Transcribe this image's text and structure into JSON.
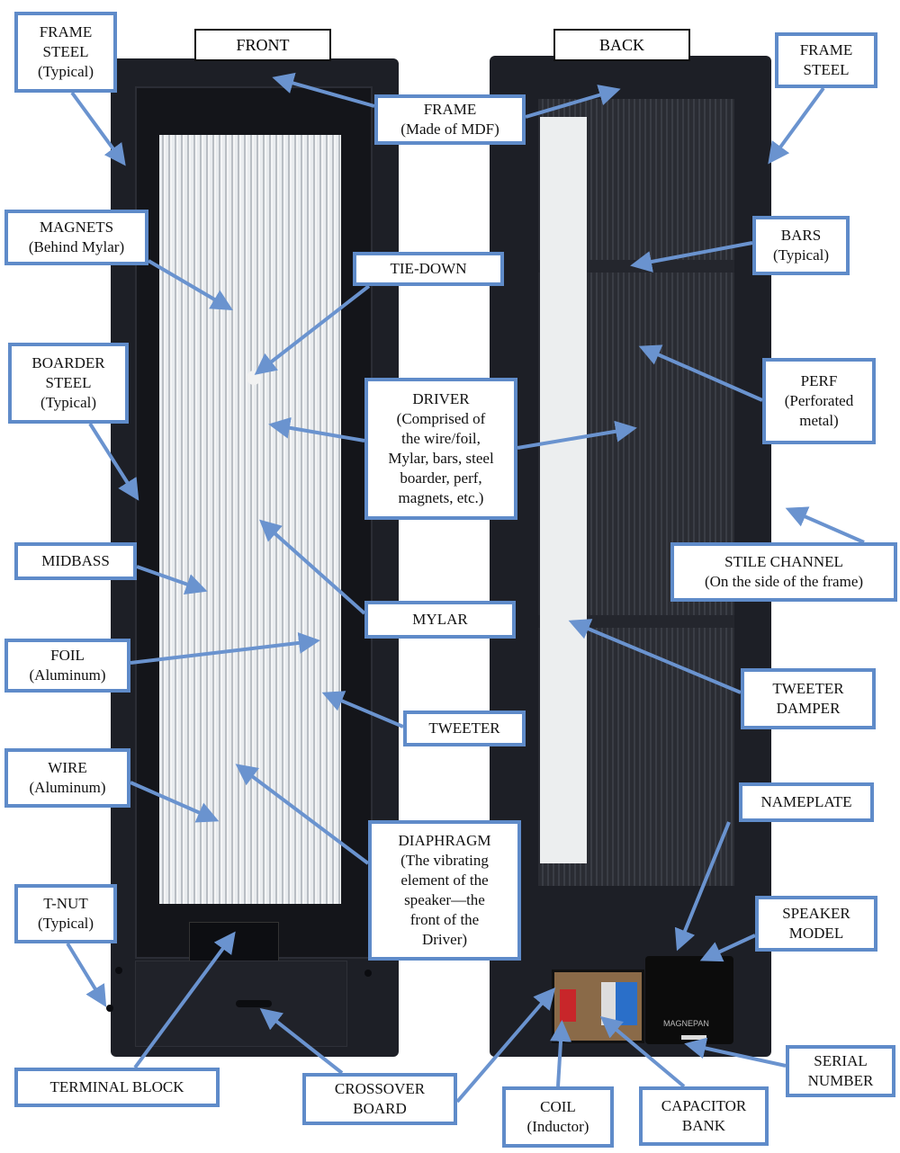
{
  "headers": {
    "front": "FRONT",
    "back": "BACK"
  },
  "labels": {
    "frame_steel_left": "FRAME\nSTEEL\n(Typical)",
    "frame_steel_right": "FRAME\nSTEEL",
    "frame": "FRAME\n(Made of MDF)",
    "magnets": "MAGNETS\n(Behind Mylar)",
    "tie_down": "TIE-DOWN",
    "bars": "BARS\n(Typical)",
    "boarder_steel": "BOARDER\nSTEEL\n(Typical)",
    "driver": "DRIVER\n(Comprised of\nthe wire/foil,\nMylar, bars, steel\nboarder, perf,\nmagnets, etc.)",
    "perf": "PERF\n(Perforated\nmetal)",
    "stile_channel": "STILE CHANNEL\n(On the side of the frame)",
    "midbass": "MIDBASS",
    "mylar": "MYLAR",
    "foil": "FOIL\n(Aluminum)",
    "tweeter_damper": "TWEETER\nDAMPER",
    "tweeter": "TWEETER",
    "wire": "WIRE\n(Aluminum)",
    "nameplate": "NAMEPLATE",
    "diaphragm": "DIAPHRAGM\n(The vibrating\nelement of the\nspeaker—the\nfront of the\nDriver)",
    "t_nut": "T-NUT\n(Typical)",
    "speaker_model": "SPEAKER\nMODEL",
    "serial_number": "SERIAL\nNUMBER",
    "terminal_block": "TERMINAL BLOCK",
    "crossover_board": "CROSSOVER\nBOARD",
    "coil": "COIL\n(Inductor)",
    "capacitor_bank": "CAPACITOR\nBANK"
  },
  "nameplate_brand": "MAGNEPAN",
  "colors": {
    "arrow": "#6a93cf",
    "label_border": "#5f8bc9",
    "panel": "#1d1f26"
  }
}
